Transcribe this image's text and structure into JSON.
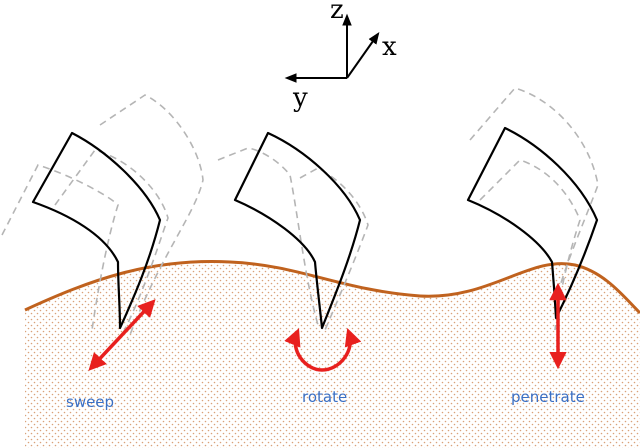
{
  "axes": {
    "z": "z",
    "x": "x",
    "y": "y"
  },
  "motions": {
    "sweep": "sweep",
    "rotate": "rotate",
    "penetrate": "penetrate"
  },
  "colors": {
    "soil_surface": "#c0621e",
    "motion_arrow": "#e8201e",
    "label_text": "#3a6fc4",
    "ghost_outline": "#b5b5b5",
    "tool_outline": "#000000",
    "soil_dots": "#d9a27a"
  }
}
